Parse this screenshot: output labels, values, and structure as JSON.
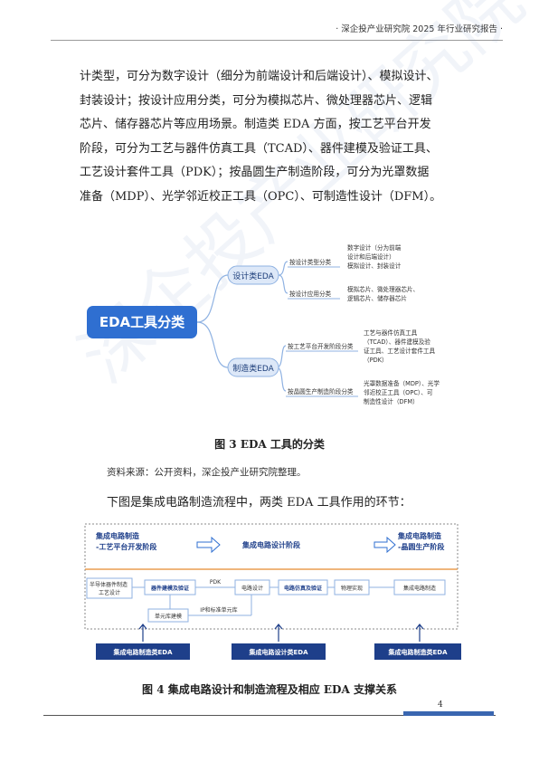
{
  "header": "· 深企投产业研究院 2025 年行业研究报告 ·",
  "paragraph1": [
    "计类型，可分为数字设计（细分为前端设计和后端设计）、模拟设计、",
    "封装设计；按设计应用分类，可分为模拟芯片、微处理器芯片、逻辑",
    "芯片、储存器芯片等应用场景。制造类 EDA 方面，按工艺平台开发",
    "阶段，可分为工艺与器件仿真工具（TCAD）、器件建模及验证工具、",
    "工艺设计套件工具（PDK）；按晶圆生产制造阶段，可分为光罩数据",
    "准备（MDP）、光学邻近校正工具（OPC）、可制造性设计（DFM）。"
  ],
  "figure3": {
    "root": "EDA工具分类",
    "design": "设计类EDA",
    "manufacture": "制造类EDA",
    "b1": "按设计类型分类",
    "b2": "按设计应用分类",
    "b3": "按工艺平台开发阶段分类",
    "b4": "按晶圆生产制造阶段分类",
    "l1": [
      "数字设计（分为前端",
      "设计和后端设计）",
      "模拟设计、封装设计"
    ],
    "l2": [
      "模拟芯片、微处理器芯片、",
      "逻辑芯片、储存器芯片"
    ],
    "l3": [
      "工艺与器件仿真工具",
      "（TCAD）、器件建模及验",
      "证工具、工艺设计套件工具",
      "（PDK）"
    ],
    "l4": [
      "光罩数据准备（MDP）、光学",
      "邻近校正工具（OPC）、可",
      "制造性设计（DFM）"
    ],
    "caption": "图 3    EDA 工具的分类"
  },
  "source": "资料来源：公开资料，深企投产业研究院整理。",
  "intro4": "下图是集成电路制造流程中，两类 EDA 工具作用的环节：",
  "figure4": {
    "stage1": [
      "集成电路制造",
      "-工艺平台开发阶段"
    ],
    "stage2": "集成电路设计阶段",
    "stage3": [
      "集成电路制造",
      "-晶圆生产阶段"
    ],
    "box_semi": [
      "半导体器件制造",
      "工艺设计"
    ],
    "box_model": "器件建模及验证",
    "label_pdk": "PDK",
    "box_circuit": "电路设计",
    "box_sim": "电路仿真及验证",
    "box_physical": "物理实现",
    "box_fab": "集成电路制造",
    "box_unit": "单元库建模",
    "label_ip": "IP和标准单元库",
    "eda1": "集成电路制造类EDA",
    "eda2": "集成电路设计类EDA",
    "eda3": "集成电路制造类EDA",
    "caption": "图 4    集成电路设计和制造流程及相应 EDA 支撑关系"
  },
  "page_number": "4",
  "watermark": "深企投产业研究院",
  "colors": {
    "accent": "#2f6fd1",
    "edaBar": "#1e3f8a",
    "orange": "#e58a2e"
  }
}
